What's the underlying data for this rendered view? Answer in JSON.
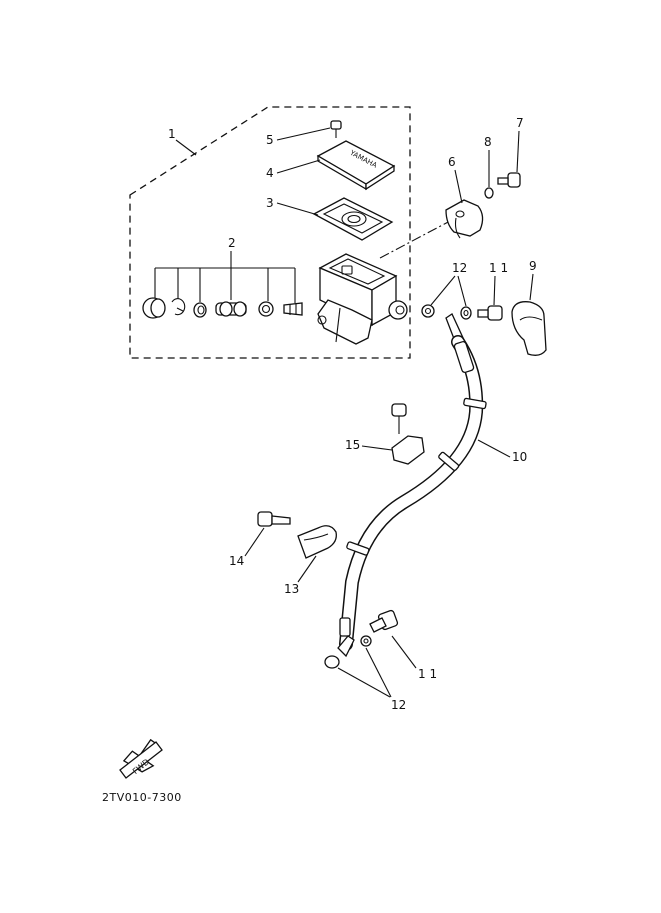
{
  "callouts": {
    "c1": "1",
    "c2": "2",
    "c3": "3",
    "c4": "4",
    "c5": "5",
    "c6": "6",
    "c7": "7",
    "c8": "8",
    "c9": "9",
    "c10": "10",
    "c11a": "1 1",
    "c11b": "1 1",
    "c12a": "12",
    "c12b": "12",
    "c13": "13",
    "c14": "14",
    "c15": "15"
  },
  "fwd_label": "FWD",
  "drawing_code": "2TV010-7300",
  "cap_emboss": "YAMAHA"
}
